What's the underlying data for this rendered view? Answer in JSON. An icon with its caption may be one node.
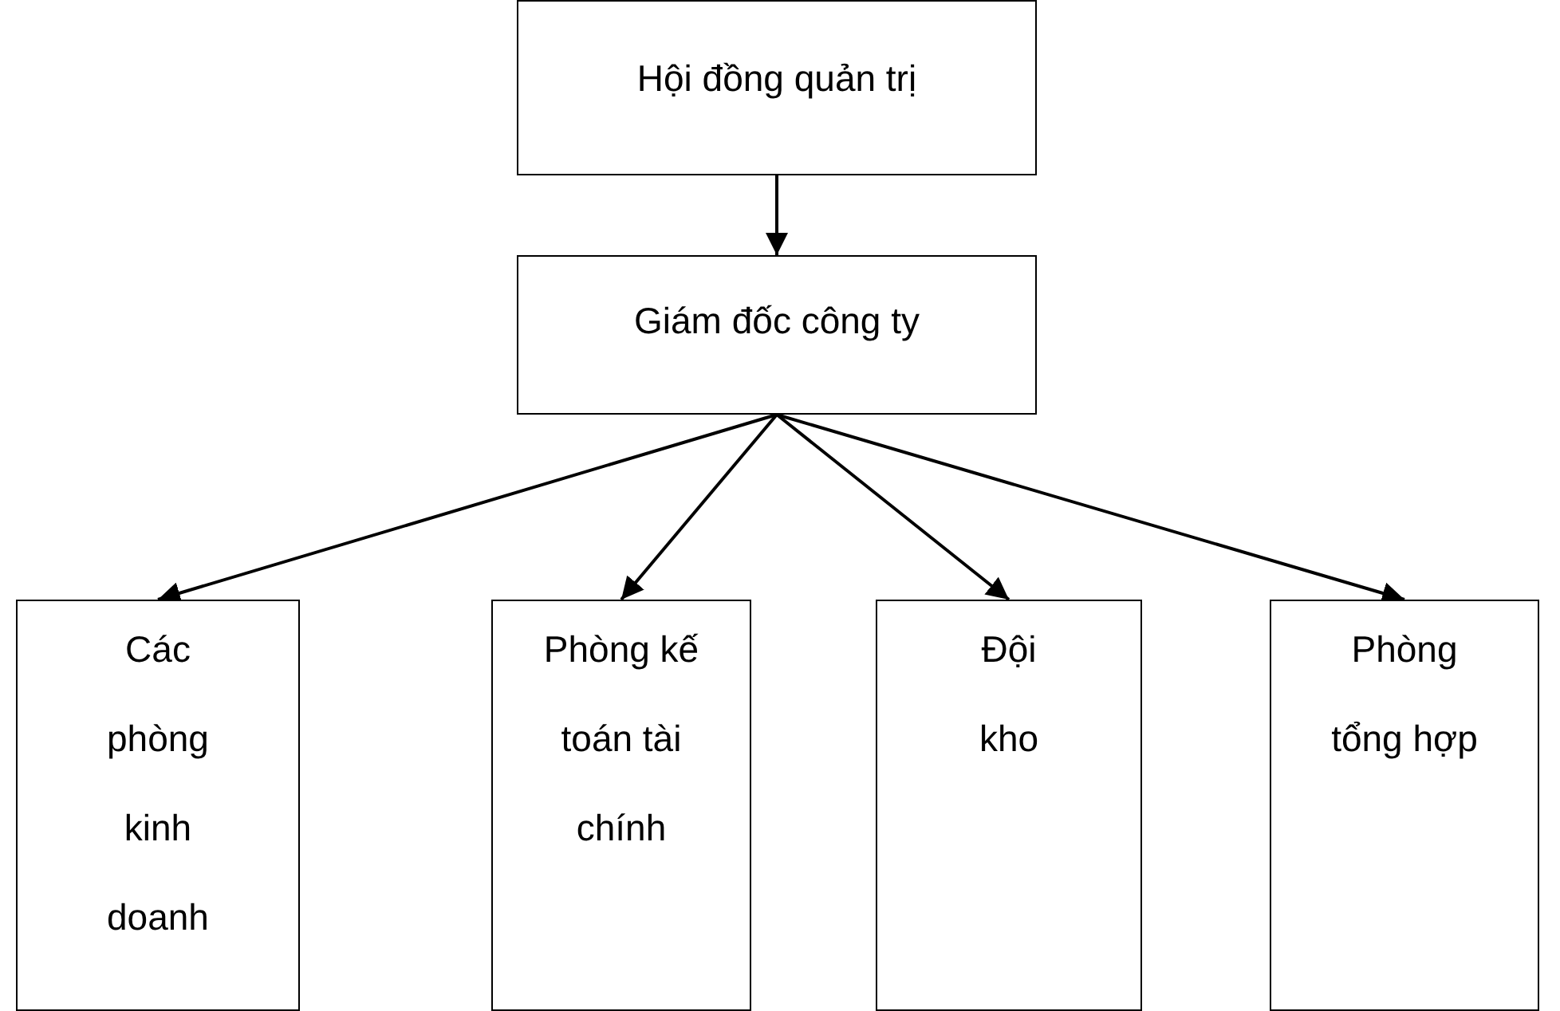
{
  "diagram": {
    "nodes": [
      {
        "text": [
          "Hội đồng quản trị"
        ]
      },
      {
        "text": [
          "Giám đốc công ty"
        ]
      },
      {
        "text": [
          "Các phòng kinh doanh"
        ]
      },
      {
        "text": [
          "Phòng kế toán tài chính"
        ]
      },
      {
        "text": [
          "Đội kho"
        ]
      },
      {
        "text": [
          "Phòng tổng hợp"
        ]
      }
    ],
    "edges": [
      {
        "from": 0,
        "to": 1,
        "arrow": "to"
      },
      {
        "from": 1,
        "to": 2,
        "arrow": "to"
      },
      {
        "from": 1,
        "to": 3,
        "arrow": "to"
      },
      {
        "from": 1,
        "to": 4,
        "arrow": "to"
      },
      {
        "from": 1,
        "to": 5,
        "arrow": "to"
      }
    ]
  }
}
